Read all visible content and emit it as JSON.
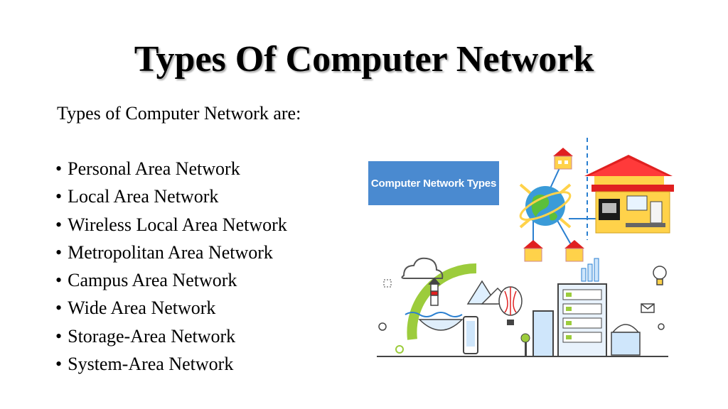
{
  "slide": {
    "title": "Types Of Computer Network",
    "intro": "Types of Computer Network are:",
    "items": [
      "Personal Area Network",
      "Local Area Network",
      "Wireless Local Area Network",
      "Metropolitan Area Network",
      "Campus Area Network",
      "Wide Area Network",
      "Storage-Area Network",
      "System-Area Network"
    ]
  },
  "illustration": {
    "label": "Computer Network Types",
    "colors": {
      "label_bg": "#4a8ad0",
      "roof": "#e02020",
      "house_wall": "#ffd24a",
      "globe": "#3a9bd8",
      "accent_green": "#9ccc3c",
      "line_blue": "#2a7fd0"
    }
  }
}
